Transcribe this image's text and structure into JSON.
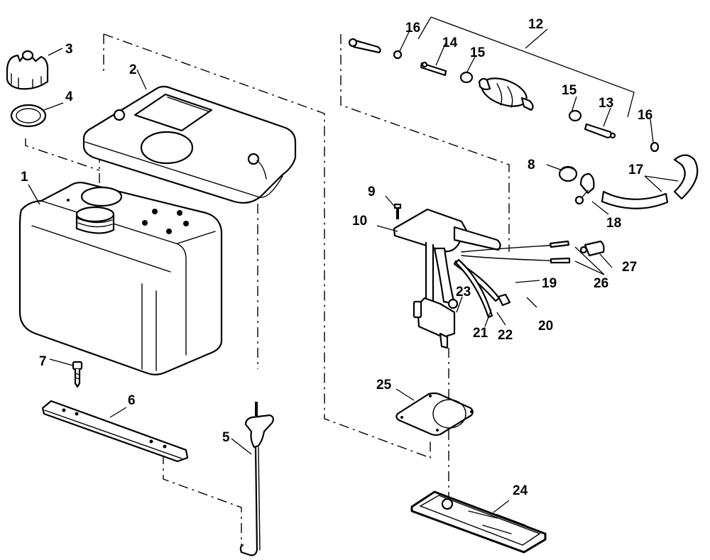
{
  "diagram": {
    "type": "exploded-parts-view",
    "subject": "portable fuel tank assembly",
    "callouts": [
      {
        "id": "1",
        "part": "fuel-tank"
      },
      {
        "id": "2",
        "part": "tank-cover"
      },
      {
        "id": "3",
        "part": "filler-cap"
      },
      {
        "id": "4",
        "part": "cap-gasket"
      },
      {
        "id": "5",
        "part": "hold-down-hook"
      },
      {
        "id": "6",
        "part": "mounting-bracket"
      },
      {
        "id": "7",
        "part": "screw"
      },
      {
        "id": "8",
        "part": "hose-clamp"
      },
      {
        "id": "9",
        "part": "screw"
      },
      {
        "id": "10",
        "part": "fuel-gauge-pickup-assembly"
      },
      {
        "id": "12",
        "part": "fuel-line-assembly"
      },
      {
        "id": "13",
        "part": "connector"
      },
      {
        "id": "14",
        "part": "connector"
      },
      {
        "id": "15",
        "part": "clamp"
      },
      {
        "id": "16",
        "part": "clamp"
      },
      {
        "id": "17",
        "part": "fuel-hose"
      },
      {
        "id": "18",
        "part": "connector-fitting"
      },
      {
        "id": "19",
        "part": "wire-lead"
      },
      {
        "id": "20",
        "part": "terminal"
      },
      {
        "id": "21",
        "part": "wire-lead"
      },
      {
        "id": "22",
        "part": "terminal"
      },
      {
        "id": "23",
        "part": "sending-unit-nut"
      },
      {
        "id": "24",
        "part": "decal"
      },
      {
        "id": "25",
        "part": "gasket"
      },
      {
        "id": "26",
        "part": "wire-leads"
      },
      {
        "id": "27",
        "part": "connector-plug"
      }
    ]
  }
}
